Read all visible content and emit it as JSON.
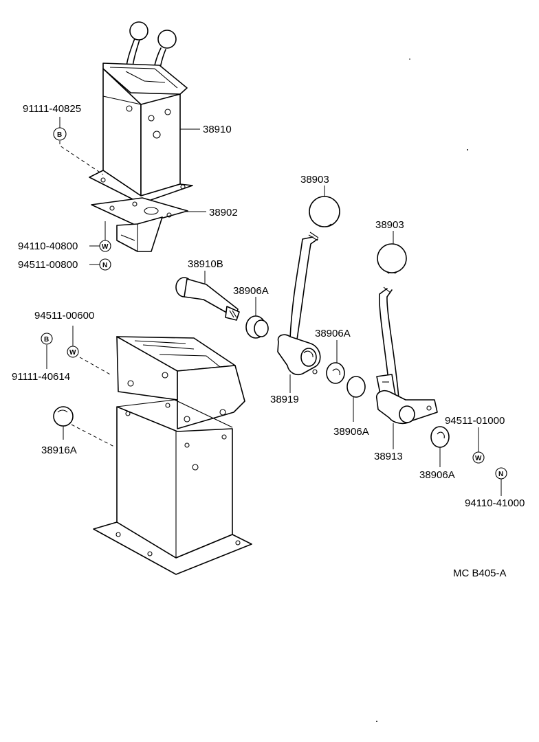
{
  "diagram": {
    "code": "MC B405-A",
    "symbols": {
      "bolt": "B",
      "washer": "W",
      "nut": "N"
    },
    "labels": {
      "p_91111_40825": "91111-40825",
      "p_38910": "38910",
      "p_38902": "38902",
      "p_94110_40800": "94110-40800",
      "p_94511_00800": "94511-00800",
      "p_38903_a": "38903",
      "p_38903_b": "38903",
      "p_38910b": "38910B",
      "p_38906a_1": "38906A",
      "p_38906a_2": "38906A",
      "p_38906a_3": "38906A",
      "p_38906a_4": "38906A",
      "p_94511_00600": "94511-00600",
      "p_91111_40614": "91111-40614",
      "p_38916a": "38916A",
      "p_38919": "38919",
      "p_38913": "38913",
      "p_94511_01000": "94511-01000",
      "p_94110_41000": "94110-41000"
    }
  }
}
